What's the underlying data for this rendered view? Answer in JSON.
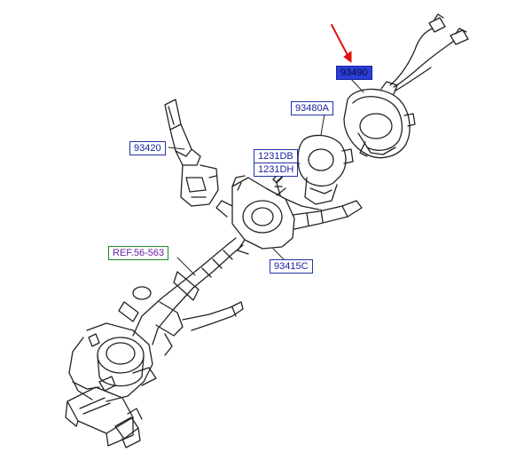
{
  "labels": {
    "p93490": "93490",
    "p93480a": "93480A",
    "p93420": "93420",
    "p1231db": "1231DB",
    "p1231dh": "1231DH",
    "p93415c": "93415C",
    "ref": "REF.56-563"
  },
  "colors": {
    "label_text": "#1a22a0",
    "label_border": "#2233aa",
    "highlight_fill": "#2a3fd8",
    "ref_border": "#1e8a2a",
    "ref_text": "#6a1fa8",
    "arrow": "#e01010",
    "line_art": "#222222"
  },
  "icons": {
    "pointer_arrow": "red-arrow"
  }
}
